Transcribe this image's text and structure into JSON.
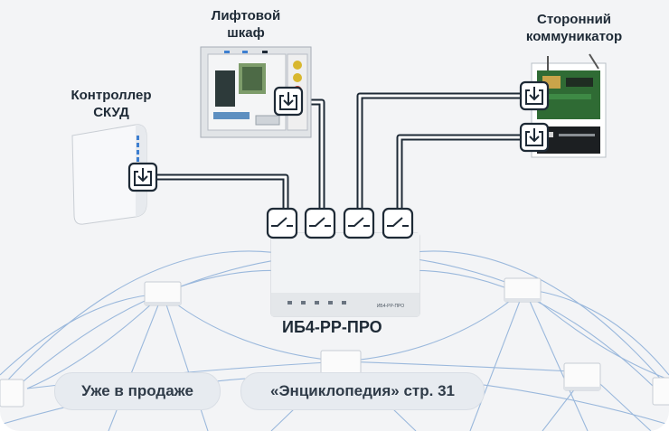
{
  "devices": {
    "controller_label": "Контроллер СКУД",
    "elevator_label": "Лифтовой шкаф",
    "communicator_label": "Сторонний коммуникатор",
    "main_unit_label": "ИБ4-РР-ПРО",
    "main_unit_panel_text": "ИБ4-РР-ПРО"
  },
  "badges": {
    "on_sale": "Уже в продаже",
    "encyclopedia": "«Энциклопедия» стр. 31"
  },
  "colors": {
    "background": "#f3f4f6",
    "mesh_lines": "#9ab8dc",
    "wire": "#1e2a36",
    "icon_stroke": "#1e2a36"
  },
  "icons": [
    "download-arrow-icon",
    "switch-relay-icon"
  ]
}
